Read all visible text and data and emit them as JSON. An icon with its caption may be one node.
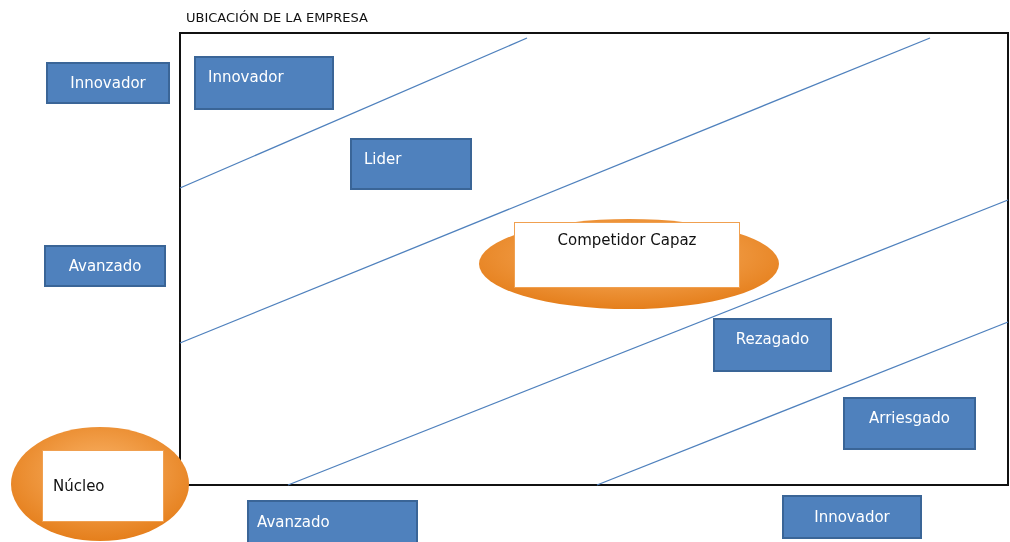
{
  "diagram": {
    "title": "UBICACIÓN DE LA EMPRESA",
    "nodes": [
      {
        "text": [
          "Innovador"
        ]
      },
      {
        "text": [
          "Innovador"
        ]
      },
      {
        "text": [
          "Lider"
        ]
      },
      {
        "text": [
          "Avanzado"
        ]
      },
      {
        "text": [
          "Competidor Capaz"
        ]
      },
      {
        "text": [
          "Rezagado"
        ]
      },
      {
        "text": [
          "Arriesgado"
        ]
      },
      {
        "text": [
          "Núcleo"
        ]
      },
      {
        "text": [
          "Avanzado"
        ]
      },
      {
        "text": [
          "Innovador"
        ]
      }
    ]
  }
}
